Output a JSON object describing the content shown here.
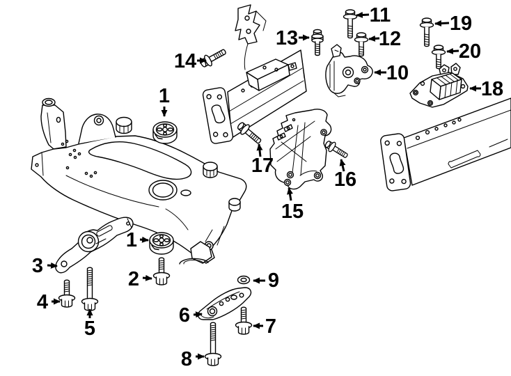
{
  "canvas": {
    "background_color": "#ffffff",
    "line_color": "#000000",
    "label_color": "#000000"
  },
  "callouts": [
    {
      "id": "14",
      "number": "14"
    },
    {
      "id": "1a",
      "number": "1"
    },
    {
      "id": "13",
      "number": "13"
    },
    {
      "id": "11",
      "number": "11"
    },
    {
      "id": "12",
      "number": "12"
    },
    {
      "id": "19",
      "number": "19"
    },
    {
      "id": "20",
      "number": "20"
    },
    {
      "id": "10",
      "number": "10"
    },
    {
      "id": "18",
      "number": "18"
    },
    {
      "id": "17",
      "number": "17"
    },
    {
      "id": "15",
      "number": "15"
    },
    {
      "id": "16",
      "number": "16"
    },
    {
      "id": "3",
      "number": "3"
    },
    {
      "id": "1b",
      "number": "1"
    },
    {
      "id": "2",
      "number": "2"
    },
    {
      "id": "4",
      "number": "4"
    },
    {
      "id": "5",
      "number": "5"
    },
    {
      "id": "6",
      "number": "6"
    },
    {
      "id": "9",
      "number": "9"
    },
    {
      "id": "7",
      "number": "7"
    },
    {
      "id": "8",
      "number": "8"
    }
  ]
}
